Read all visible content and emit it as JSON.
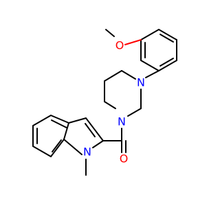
{
  "molecule": {
    "atoms": {
      "methoxy_oxygen": "O",
      "piperazine_n_top": "N",
      "piperazine_n_bottom": "N",
      "carbonyl_oxygen": "O",
      "indole_nitrogen": "N"
    },
    "colors": {
      "oxygen": "#ff0000",
      "nitrogen": "#0000ff",
      "carbon": "#000000",
      "background": "#ffffff"
    }
  }
}
